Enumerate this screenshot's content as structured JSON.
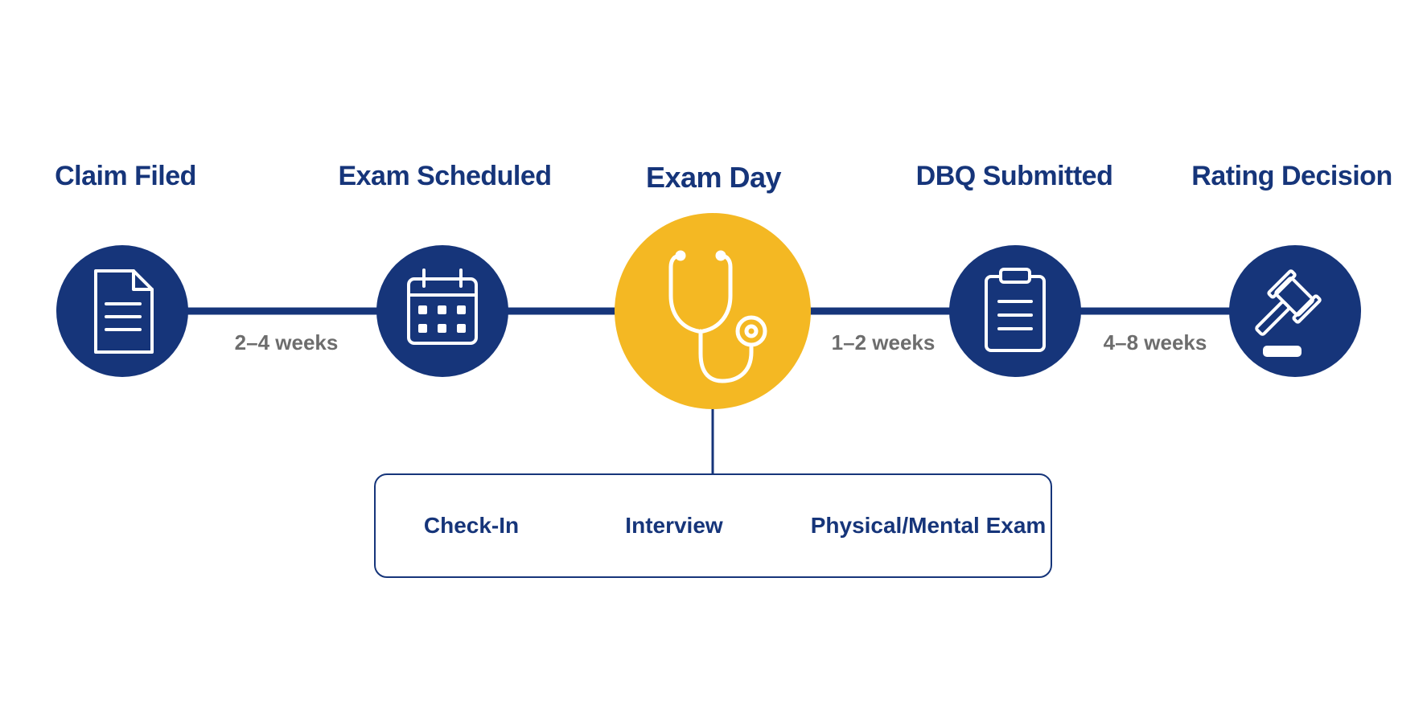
{
  "colors": {
    "primary": "#16357a",
    "accent": "#f4b823",
    "duration_text": "#6d6d6d",
    "background": "#ffffff"
  },
  "stages": [
    {
      "label": "Claim Filed",
      "icon": "document-icon"
    },
    {
      "label": "Exam Scheduled",
      "icon": "calendar-icon"
    },
    {
      "label": "Exam Day",
      "icon": "stethoscope-icon",
      "highlighted": true
    },
    {
      "label": "DBQ Submitted",
      "icon": "clipboard-icon"
    },
    {
      "label": "Rating Decision",
      "icon": "gavel-icon"
    }
  ],
  "durations": [
    {
      "label": "2–4 weeks"
    },
    {
      "label": "1–2 weeks"
    },
    {
      "label": "4–8 weeks"
    }
  ],
  "exam_day_steps": [
    {
      "label": "Check-In"
    },
    {
      "label": "Interview"
    },
    {
      "label": "Physical/Mental Exam"
    }
  ]
}
